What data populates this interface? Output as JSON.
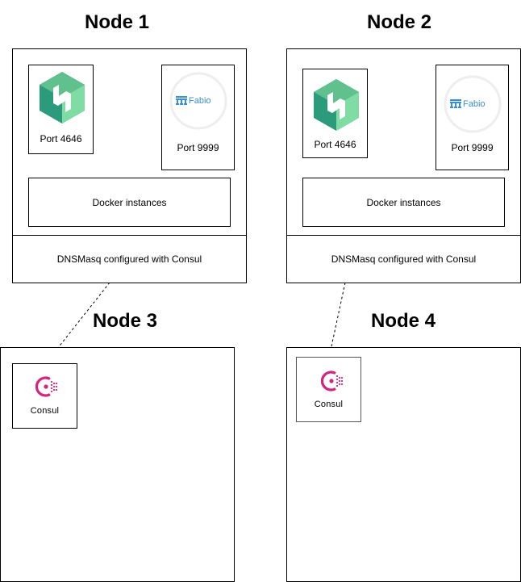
{
  "colors": {
    "nomad_dark": "#2b9b7c",
    "nomad_light": "#7fdca3",
    "fabio_blue": "#3b8fd4",
    "consul_pink": "#d6247c",
    "border": "#000000"
  },
  "icons": {
    "nomad": "nomad-hexagon-icon",
    "fabio": "fabio-logo-icon",
    "consul": "consul-logo-icon"
  },
  "nodes": {
    "node1": {
      "title": "Node 1",
      "nomad_port": "Port 4646",
      "fabio_port": "Port 9999",
      "fabio_logo_text": "Fabio",
      "docker": "Docker instances",
      "dns": "DNSMasq configured with Consul"
    },
    "node2": {
      "title": "Node 2",
      "nomad_port": "Port 4646",
      "fabio_port": "Port 9999",
      "fabio_logo_text": "Fabio",
      "docker": "Docker instances",
      "dns": "DNSMasq configured with Consul"
    },
    "node3": {
      "title": "Node 3",
      "consul_label": "Consul"
    },
    "node4": {
      "title": "Node 4",
      "consul_label": "Consul"
    }
  }
}
